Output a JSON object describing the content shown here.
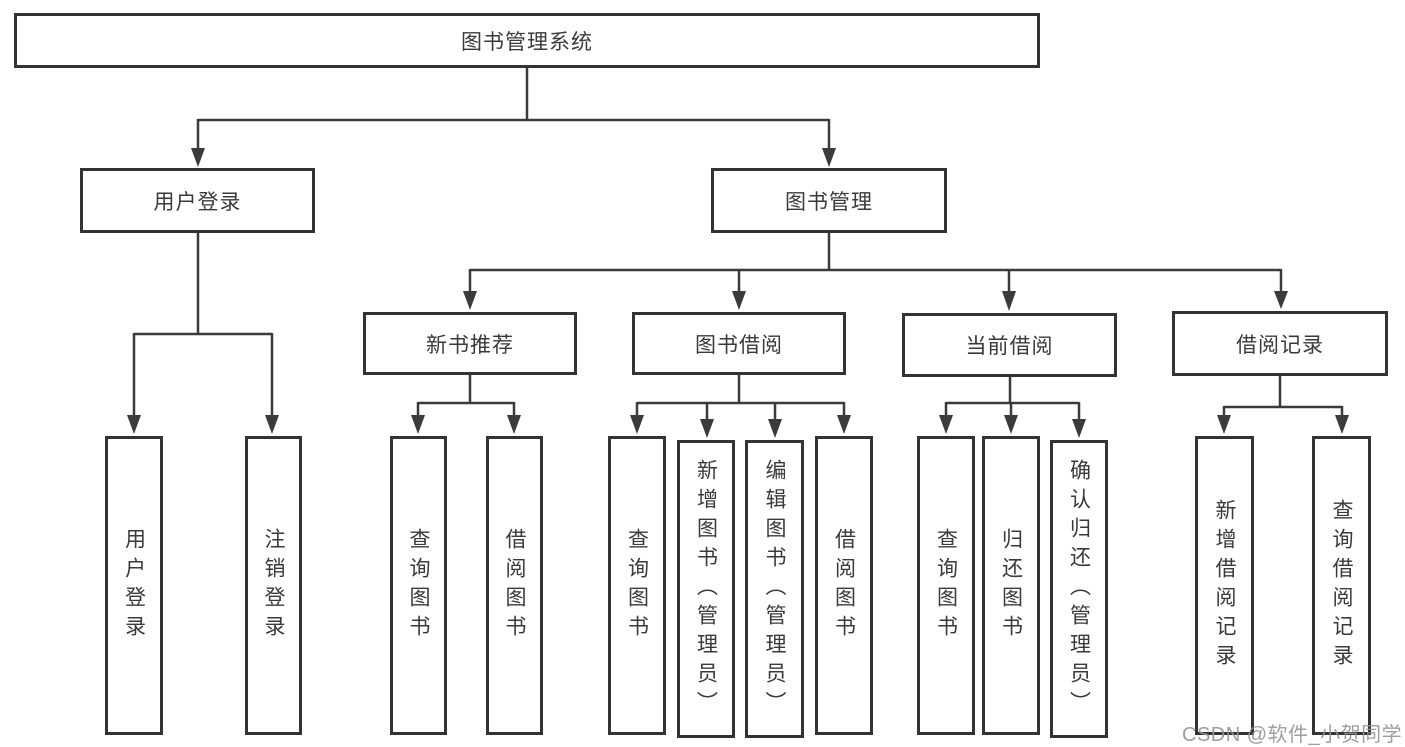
{
  "diagram": {
    "root": {
      "label": "图书管理系统"
    },
    "branches": [
      {
        "label": "用户登录",
        "leaves": [
          {
            "label": "用户登录"
          },
          {
            "label": "注销登录"
          }
        ]
      },
      {
        "label": "图书管理",
        "groups": [
          {
            "label": "新书推荐",
            "leaves": [
              {
                "label": "查询图书"
              },
              {
                "label": "借阅图书"
              }
            ]
          },
          {
            "label": "图书借阅",
            "leaves": [
              {
                "label": "查询图书"
              },
              {
                "label": "新增图书（管理员）"
              },
              {
                "label": "编辑图书（管理员）"
              },
              {
                "label": "借阅图书"
              }
            ]
          },
          {
            "label": "当前借阅",
            "leaves": [
              {
                "label": "查询图书"
              },
              {
                "label": "归还图书"
              },
              {
                "label": "确认归还（管理员）"
              }
            ]
          },
          {
            "label": "借阅记录",
            "leaves": [
              {
                "label": "新增借阅记录"
              },
              {
                "label": "查询借阅记录"
              }
            ]
          }
        ]
      }
    ]
  },
  "colors": {
    "line": "#3b3b3b",
    "border": "#333333",
    "text": "#3a3a3a",
    "background": "#ffffff",
    "watermark": "#949494"
  },
  "watermark": {
    "text": "CSDN @软件_小贺同学"
  }
}
